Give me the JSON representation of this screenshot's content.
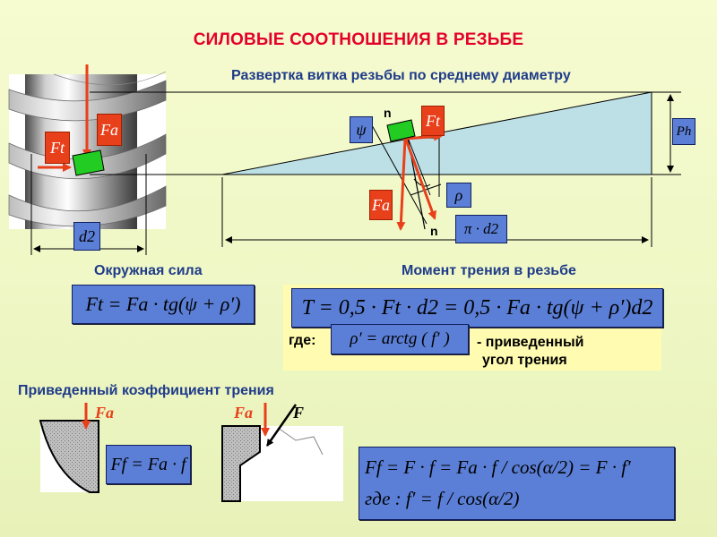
{
  "title": "СИЛОВЫЕ СООТНОШЕНИЯ В РЕЗЬБЕ",
  "subtitle": "Развертка витка резьбы по среднему диаметру",
  "diagram_labels": {
    "ft_left": "Ft",
    "fa_left": "Fa",
    "d2": "d2",
    "ph": "Ph",
    "n_top": "n",
    "n_bottom": "n",
    "psi": "ψ",
    "rho": "ρ",
    "ft_right": "Ft",
    "fa_right": "Fa",
    "pi_d2": "π · d2"
  },
  "sections": {
    "circumferential_force": "Окружная сила",
    "friction_moment": "Момент трения в резьбе",
    "reduced_coefficient": "Приведенный коэффициент трения"
  },
  "formulas": {
    "ft": "Ft = Fa · tg(ψ + ρ′)",
    "moment": "T = 0,5 · Ft · d2 = 0,5 · Fa · tg(ψ + ρ′)d2",
    "where_label": "где:",
    "rho_prime": "ρ′ = arctg ( f′ )",
    "rho_desc_1": "- приведенный",
    "rho_desc_2": "угол трения",
    "ff_simple": "Ff = Fa · f",
    "ff_full": "Ff = F · f = Fa · f / cos(α/2) = F · f′",
    "f_prime": "где : f′ = f / cos(α/2)"
  },
  "bottom_labels": {
    "fa_left": "Fa",
    "fa_mid": "Fa",
    "f_mid": "F"
  },
  "colors": {
    "title": "#e4002b",
    "section": "#1f3b8a",
    "formula_bg": "#5b7fd6",
    "arrow_red": "#e8401a",
    "block_green": "#22cc22",
    "triangle_fill": "#bde0e6",
    "panel_yellow": "#fffbb0"
  }
}
